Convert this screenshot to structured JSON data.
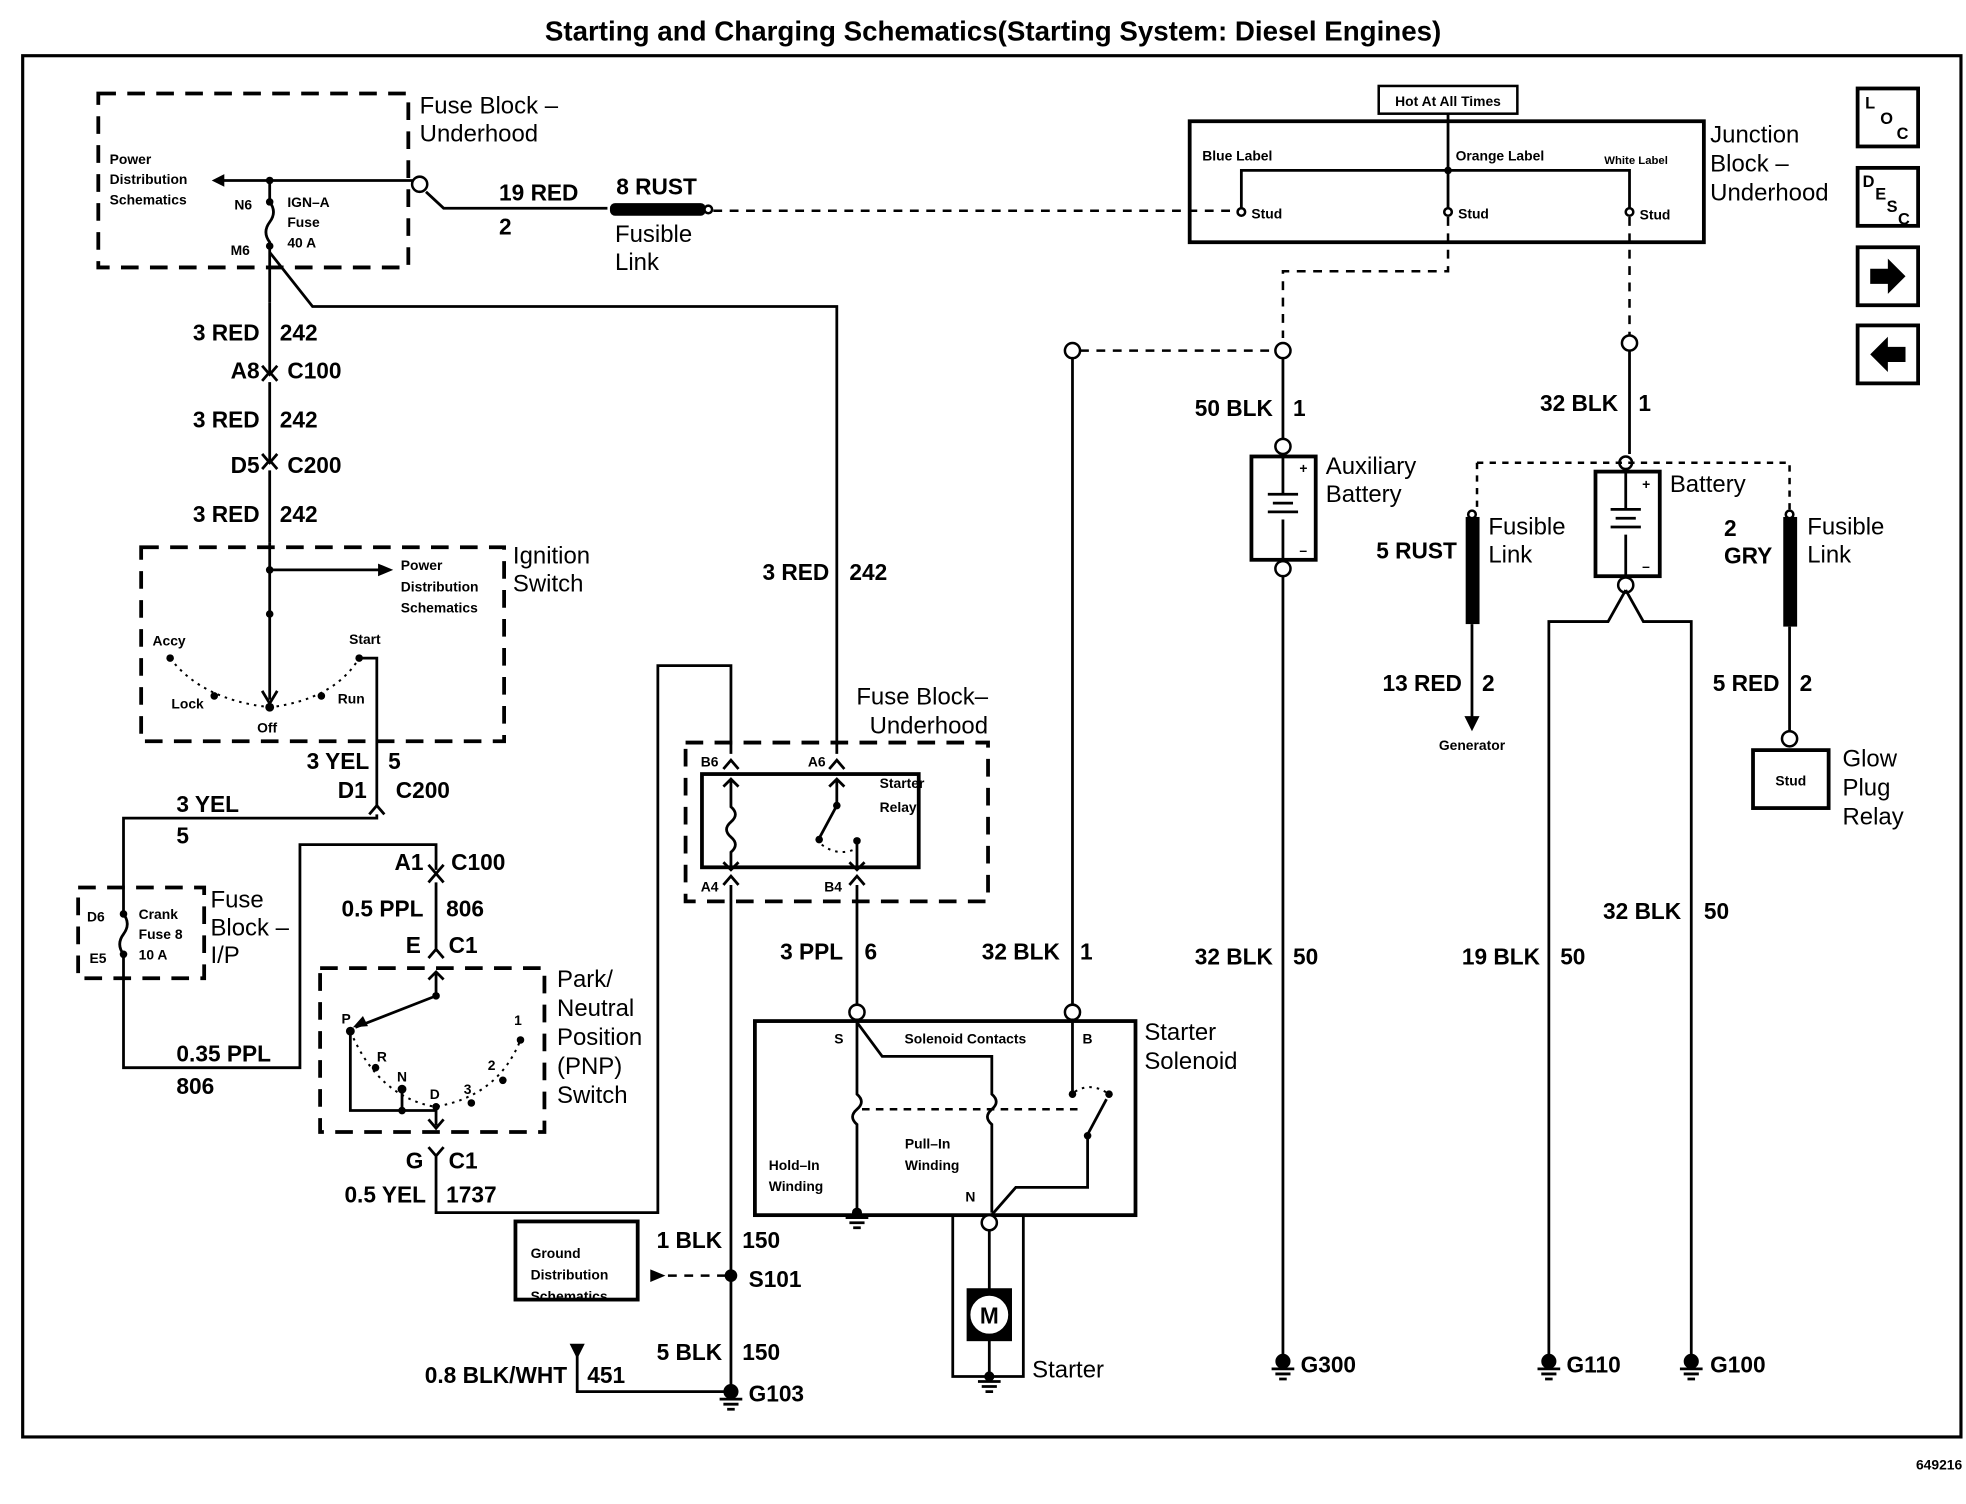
{
  "title": "Starting and Charging Schematics(Starting System: Diesel Engines)",
  "figure_id": "649216",
  "nav": {
    "loc": [
      "L",
      "O",
      "C"
    ],
    "desc": [
      "D",
      "E",
      "S",
      "C"
    ],
    "next_icon": "arrow-right-icon",
    "prev_icon": "arrow-left-icon"
  },
  "fuse_block_top": {
    "label": [
      "Fuse Block –",
      "Underhood"
    ],
    "power_dist": [
      "Power",
      "Distribution",
      "Schematics"
    ],
    "pin_n6": "N6",
    "pin_m6": "M6",
    "fuse": [
      "IGN–A",
      "Fuse",
      "40 A"
    ]
  },
  "feed": {
    "wire": "19 RED",
    "circuit": "2",
    "fusible_wire": "8 RUST",
    "fusible_label": [
      "Fusible",
      "Link"
    ]
  },
  "junction_block": {
    "hot": "Hot At All Times",
    "label": [
      "Junction",
      "Block –",
      "Underhood"
    ],
    "blue": "Blue Label",
    "orange": "Orange Label",
    "white": "White Label",
    "stud": "Stud"
  },
  "left_chain": {
    "w1": "3 RED",
    "c1": "242",
    "pin_a8": "A8",
    "conn_c100": "C100",
    "w2": "3 RED",
    "c2": "242",
    "pin_d5": "D5",
    "conn_c200": "C200",
    "w3": "3 RED",
    "c3": "242"
  },
  "ignition": {
    "label": [
      "Ignition",
      "Switch"
    ],
    "power_dist": [
      "Power",
      "Distribution",
      "Schematics"
    ],
    "positions": {
      "accy": "Accy",
      "lock": "Lock",
      "off": "Off",
      "run": "Run",
      "start": "Start"
    },
    "out_wire": "3 YEL",
    "out_circuit": "5",
    "pin_d1": "D1",
    "conn": "C200"
  },
  "fuse_block_ip": {
    "wire_top": "3 YEL",
    "circuit_top": "5",
    "label": [
      "Fuse",
      "Block –",
      "I/P"
    ],
    "pin_d6": "D6",
    "pin_e5": "E5",
    "fuse": [
      "Crank",
      "Fuse 8",
      "10 A"
    ],
    "wire_bottom": "0.35 PPL",
    "circuit_bottom": "806"
  },
  "pnp": {
    "pin_a1": "A1",
    "conn_c100": "C100",
    "wire": "0.5 PPL",
    "circuit": "806",
    "pin_e": "E",
    "conn_c1": "C1",
    "label": [
      "Park/",
      "Neutral",
      "Position",
      "(PNP)",
      "Switch"
    ],
    "positions": [
      "P",
      "R",
      "N",
      "D",
      "3",
      "2",
      "1"
    ],
    "pin_g": "G",
    "conn_c1b": "C1",
    "out_wire": "0.5 YEL",
    "out_circuit": "1737"
  },
  "relay": {
    "feed_wire": "3 RED",
    "feed_circuit": "242",
    "block_label": [
      "Fuse Block–",
      "Underhood"
    ],
    "pins": {
      "b6": "B6",
      "a6": "A6",
      "a4": "A4",
      "b4": "B4"
    },
    "label": [
      "Starter",
      "Relay"
    ],
    "out_wire": "3 PPL",
    "out_circuit": "6"
  },
  "ground": {
    "box": [
      "Ground",
      "Distribution",
      "Schematics"
    ],
    "w1": "1 BLK",
    "c1": "150",
    "splice": "S101",
    "w2": "5 BLK",
    "c2": "150",
    "w3": "0.8 BLK/WHT",
    "c3": "451",
    "g103": "G103"
  },
  "solenoid": {
    "label": [
      "Starter",
      "Solenoid"
    ],
    "s": "S",
    "b": "B",
    "n": "N",
    "contacts": "Solenoid Contacts",
    "hold": [
      "Hold–In",
      "Winding"
    ],
    "pull": [
      "Pull–In",
      "Winding"
    ],
    "b_wire": "32 BLK",
    "b_circuit": "1",
    "motor": "M",
    "starter": "Starter"
  },
  "aux_battery": {
    "label": [
      "Auxiliary",
      "Battery"
    ],
    "in_wire": "50 BLK",
    "in_circuit": "1",
    "out_wire": "32 BLK",
    "out_circuit": "50",
    "ground": "G300",
    "plus": "+",
    "minus": "–"
  },
  "battery": {
    "label": "Battery",
    "in_wire": "32 BLK",
    "in_circuit": "1",
    "plus": "+",
    "minus": "–",
    "fl1_wire": "5 RUST",
    "fl1_label": [
      "Fusible",
      "Link"
    ],
    "gen_wire": "13 RED",
    "gen_circuit": "2",
    "generator": "Generator",
    "fl2_wire": [
      "2",
      "GRY"
    ],
    "fl2_label": [
      "Fusible",
      "Link"
    ],
    "gp_wire": "5 RED",
    "gp_circuit": "2",
    "stud": "Stud",
    "glow": [
      "Glow",
      "Plug",
      "Relay"
    ],
    "g110_wire": "19 BLK",
    "g110_circuit": "50",
    "g110": "G110",
    "g100_wire": "32 BLK",
    "g100_circuit": "50",
    "g100": "G100"
  }
}
